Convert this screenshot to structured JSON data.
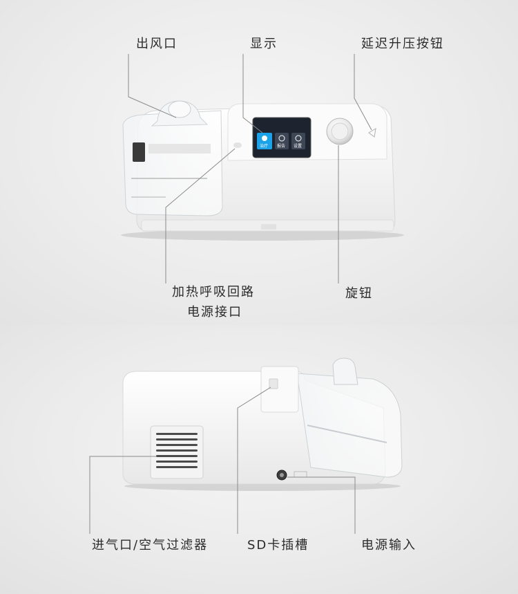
{
  "labels": {
    "air_outlet": "出风口",
    "display": "显示",
    "delay_pressure_button": "延迟升压按钮",
    "heated_circuit_line1": "加热呼吸回路",
    "heated_circuit_line2": "电源接口",
    "knob": "旋钮",
    "air_inlet_filter": "进气口/空气过滤器",
    "sd_card_slot": "SD卡插槽",
    "power_input": "电源输入"
  },
  "device_screen": {
    "tiles": [
      "治疗",
      "报告",
      "设置"
    ]
  },
  "colors": {
    "background": "#e9e9e9",
    "device_body": "#f7f7f7",
    "screen_tile_active": "#1aa3e8",
    "screen_bg": "#1d2430",
    "leader_line": "#8a8a8a",
    "label_text": "#2b2b2b"
  }
}
